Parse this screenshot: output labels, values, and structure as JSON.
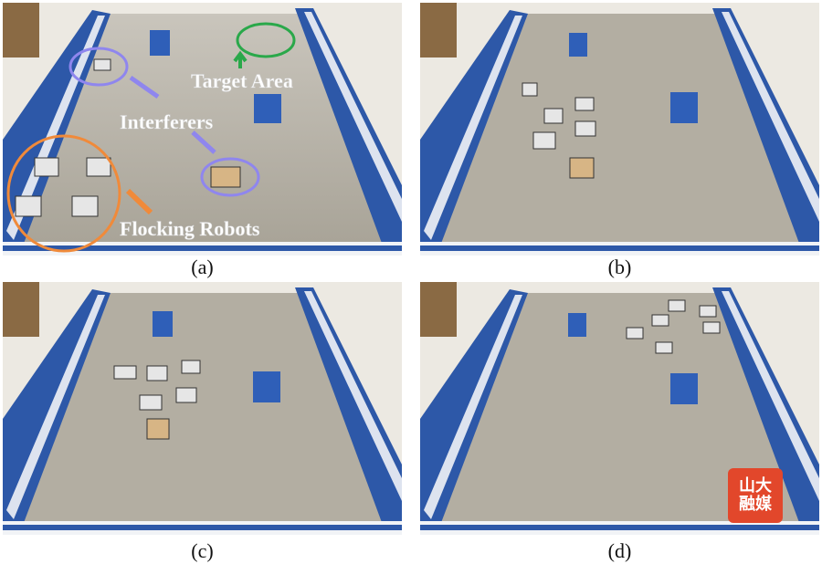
{
  "panels": [
    {
      "id": "a",
      "caption": "(a)",
      "annotations": {
        "target_area": "Target Area",
        "interferers": "Interferers",
        "flocking_robots": "Flocking Robots"
      },
      "colors": {
        "target": "#2aa84a",
        "interferer": "#8f86ee",
        "flock": "#f08a3a"
      }
    },
    {
      "id": "b",
      "caption": "(b)"
    },
    {
      "id": "c",
      "caption": "(c)"
    },
    {
      "id": "d",
      "caption": "(d)",
      "watermark": {
        "line1": "山大",
        "line2": "融媒",
        "color": "#e2472b"
      }
    }
  ],
  "colors": {
    "floor": "#b5b0a4",
    "wall_blue": "#2d58a8",
    "wall_white": "#f1f3f6",
    "block": "#2f5fb8"
  }
}
